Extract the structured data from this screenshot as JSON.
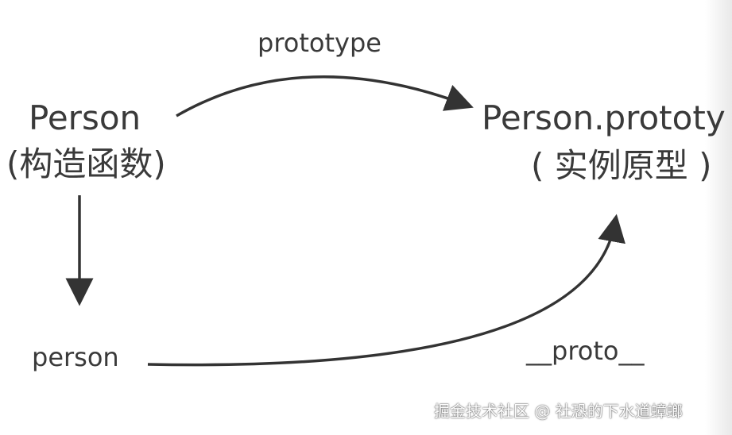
{
  "nodes": {
    "constructor": {
      "title": "Person",
      "subtitle": "(构造函数)"
    },
    "prototype": {
      "title": "Person.prototy",
      "subtitle": "( 实例原型 )"
    },
    "instance": {
      "title": "person"
    }
  },
  "edges": {
    "prototype_label": "prototype",
    "proto_label": "__proto__"
  },
  "watermark": "掘金技术社区 @ 社恐的下水道蟑螂",
  "colors": {
    "stroke": "#333333",
    "text": "#3a3a3a"
  }
}
